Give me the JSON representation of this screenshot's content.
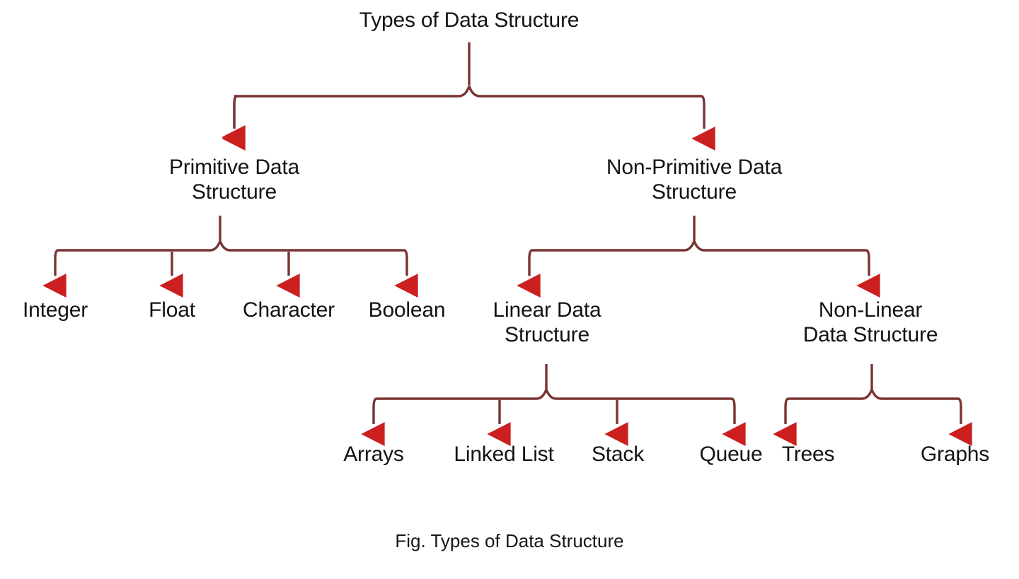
{
  "figure": {
    "title": "Types of Data Structure",
    "caption": "Fig. Types of Data Structure",
    "background_color": "#ffffff",
    "text_color": "#141414",
    "connector_color": "#7a3333",
    "arrow_color": "#cc1f1f"
  },
  "nodes": {
    "root": {
      "label": "Types of Data Structure"
    },
    "primitive": {
      "label": "Primitive Data\nStructure"
    },
    "non_primitive": {
      "label": "Non-Primitive Data\nStructure"
    },
    "linear": {
      "label": "Linear Data\nStructure"
    },
    "non_linear": {
      "label": "Non-Linear\nData Structure"
    },
    "integer": {
      "label": "Integer"
    },
    "float": {
      "label": "Float"
    },
    "character": {
      "label": "Character"
    },
    "boolean": {
      "label": "Boolean"
    },
    "arrays": {
      "label": "Arrays"
    },
    "linked_list": {
      "label": "Linked List"
    },
    "stack": {
      "label": "Stack"
    },
    "queue": {
      "label": "Queue"
    },
    "trees": {
      "label": "Trees"
    },
    "graphs": {
      "label": "Graphs"
    }
  },
  "hierarchy": [
    {
      "id": "root",
      "label": "Types of Data Structure",
      "children": [
        {
          "id": "primitive",
          "label": "Primitive Data Structure",
          "children": [
            {
              "id": "integer",
              "label": "Integer"
            },
            {
              "id": "float",
              "label": "Float"
            },
            {
              "id": "character",
              "label": "Character"
            },
            {
              "id": "boolean",
              "label": "Boolean"
            }
          ]
        },
        {
          "id": "non_primitive",
          "label": "Non-Primitive Data Structure",
          "children": [
            {
              "id": "linear",
              "label": "Linear Data Structure",
              "children": [
                {
                  "id": "arrays",
                  "label": "Arrays"
                },
                {
                  "id": "linked_list",
                  "label": "Linked List"
                },
                {
                  "id": "stack",
                  "label": "Stack"
                },
                {
                  "id": "queue",
                  "label": "Queue"
                }
              ]
            },
            {
              "id": "non_linear",
              "label": "Non-Linear Data Structure",
              "children": [
                {
                  "id": "trees",
                  "label": "Trees"
                },
                {
                  "id": "graphs",
                  "label": "Graphs"
                }
              ]
            }
          ]
        }
      ]
    }
  ]
}
